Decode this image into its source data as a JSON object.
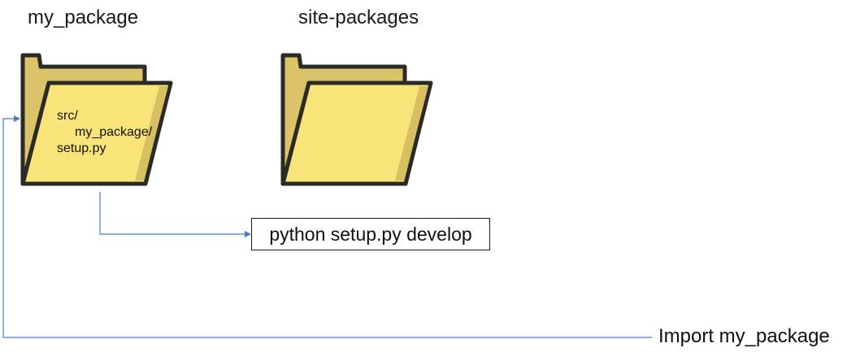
{
  "folders": [
    {
      "title": "my_package",
      "contents": [
        "src/",
        "my_package/",
        "setup.py"
      ]
    },
    {
      "title": "site-packages",
      "contents": []
    }
  ],
  "command": {
    "label": "python setup.py develop"
  },
  "import_caption": {
    "label": "Import my_package"
  },
  "colors": {
    "folder_back": "#dcc36a",
    "folder_front": "#f9e479",
    "folder_shade": "#d7bf62",
    "outline": "#2b2b26",
    "arrow": "#4a7bc7"
  }
}
